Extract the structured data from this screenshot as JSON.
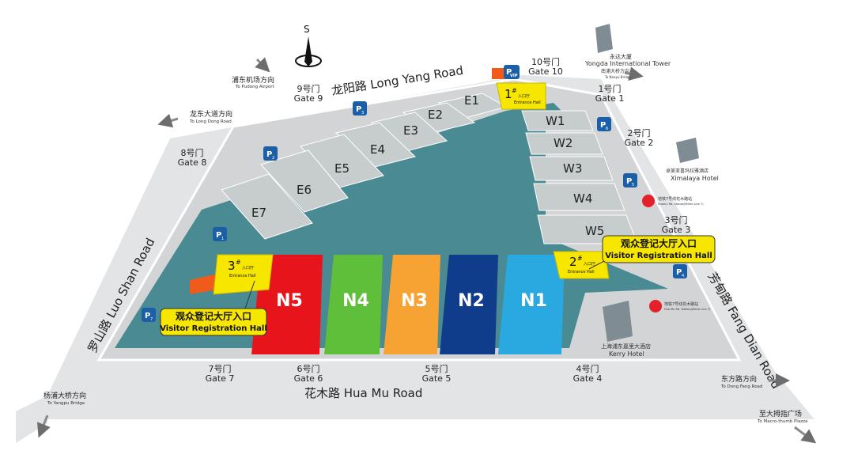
{
  "compass": {
    "label": "S"
  },
  "roads": {
    "long_yang": "龙阳路 Long Yang Road",
    "luo_shan": "罗山路 Luo Shan Road",
    "hua_mu": "花木路 Hua Mu Road",
    "fang_dian": "芳甸路 Fang Dian Road"
  },
  "gates": [
    {
      "num": "1号门",
      "en": "Gate 1"
    },
    {
      "num": "2号门",
      "en": "Gate 2"
    },
    {
      "num": "3号门",
      "en": "Gate 3"
    },
    {
      "num": "4号门",
      "en": "Gate 4"
    },
    {
      "num": "5号门",
      "en": "Gate 5"
    },
    {
      "num": "6号门",
      "en": "Gate 6"
    },
    {
      "num": "7号门",
      "en": "Gate 7"
    },
    {
      "num": "8号门",
      "en": "Gate 8"
    },
    {
      "num": "9号门",
      "en": "Gate 9"
    },
    {
      "num": "10号门",
      "en": "Gate 10"
    }
  ],
  "halls_e": [
    "E1",
    "E2",
    "E3",
    "E4",
    "E5",
    "E6",
    "E7"
  ],
  "halls_w": [
    "W1",
    "W2",
    "W3",
    "W4",
    "W5"
  ],
  "halls_n": [
    {
      "label": "N1",
      "color": "#29a9e0"
    },
    {
      "label": "N2",
      "color": "#103c8c"
    },
    {
      "label": "N3",
      "color": "#f7a334"
    },
    {
      "label": "N4",
      "color": "#5fbf3a"
    },
    {
      "label": "N5",
      "color": "#e8141b"
    }
  ],
  "entrance_halls": [
    {
      "num": "1",
      "sup": "#",
      "cn": "入口厅",
      "en": "Entrance Hall"
    },
    {
      "num": "2",
      "sup": "#",
      "cn": "入口厅",
      "en": "Entrance Hall"
    },
    {
      "num": "3",
      "sup": "#",
      "cn": "入口厅",
      "en": "Entrance Hall"
    }
  ],
  "visitor_registration": {
    "cn": "观众登记大厅入口",
    "en": "Visitor Registration Hall"
  },
  "parking": {
    "p": "P",
    "sub": [
      "1",
      "2",
      "3",
      "4",
      "5",
      "6",
      "7"
    ],
    "vip": "VIP"
  },
  "directions": {
    "pudong_airport": {
      "cn": "浦东机场方向",
      "en": "To Pudong Airport"
    },
    "long_dong": {
      "cn": "龙东大道方向",
      "en": "To Long Dong Road"
    },
    "yangpu": {
      "cn": "杨浦大桥方向",
      "en": "To Yangpu Bridge"
    },
    "nanpu": {
      "cn": "南浦大桥方向",
      "en": "To Nanpu Bridge"
    },
    "dong_fang": {
      "cn": "东方路方向",
      "en": "To Dong Fang Road"
    },
    "macro_thumb": {
      "cn": "至大拇指广场",
      "en": "To Macro-thumb Plazza"
    }
  },
  "landmarks": {
    "yongda": {
      "cn": "永达大厦",
      "en": "Yongda International Tower"
    },
    "ximalaya": {
      "cn": "卓美亚喜玛拉雅酒店",
      "en": "Ximalaya Hotel"
    },
    "kerry": {
      "cn": "上海浦东嘉里大酒店",
      "en": "Kerry Hotel"
    },
    "metro1": {
      "cn": "地铁7号线花木路站",
      "en": "Huamu Rd. Station(Metro Line 7)"
    },
    "metro2": {
      "cn": "地铁7号线花木路站",
      "en": "Hua Mu Rd. Station(Metro Line 7)"
    }
  },
  "colors": {
    "water": "#4a8a93",
    "ground": "#d8dadb",
    "hall": "#c7cccd",
    "entrance": "#f6e600",
    "parking": "#1b5fa8",
    "metro": "#e4202b"
  }
}
